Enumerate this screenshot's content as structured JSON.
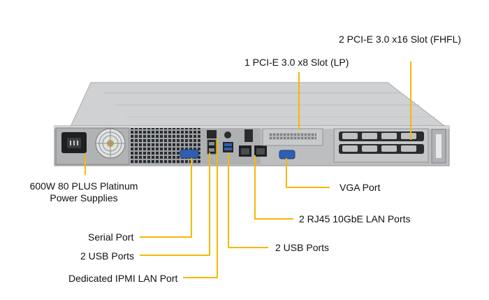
{
  "colors": {
    "callout_line": "#F5B800",
    "chassis_top": "#c9cbcd",
    "chassis_face": "#bfc1c3",
    "dark_panel": "#2c2e31",
    "port_blue": "#2f5fb0"
  },
  "callouts": {
    "pcie_x16": "2 PCI-E 3.0 x16 Slot (FHFL)",
    "pcie_x8": "1 PCI-E 3.0 x8 Slot (LP)",
    "power_supply_line1": "600W 80 PLUS Platinum",
    "power_supply_line2": "Power Supplies",
    "vga": "VGA Port",
    "lan_10gbe": "2 RJ45 10GbE LAN Ports",
    "serial": "Serial Port",
    "usb_rear_right": "2 USB Ports",
    "usb_rear_left": "2 USB Ports",
    "ipmi": "Dedicated IPMI LAN Port"
  },
  "icons": {
    "power_inlet": "ac-power-inlet-icon",
    "fan": "psu-fan-icon"
  }
}
